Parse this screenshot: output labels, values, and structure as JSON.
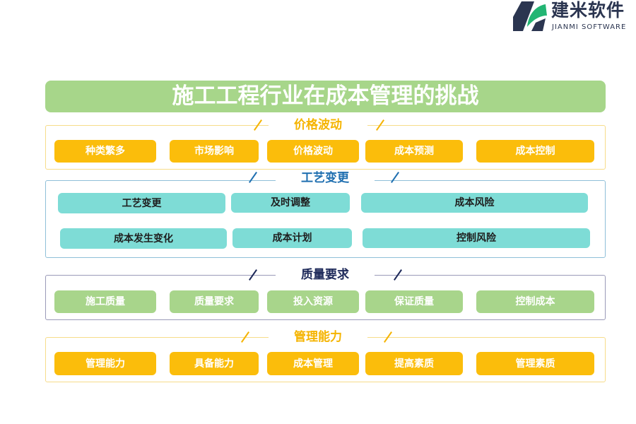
{
  "logo": {
    "cn": "建米软件",
    "en": "JIANMI SOFTWARE"
  },
  "title": "施工工程行业在成本管理的挑战",
  "colors": {
    "yellow": "#fbbd0b",
    "teal": "#7edcd6",
    "green": "#a8d58b",
    "blue_title": "#1f6fb0",
    "navy_title": "#1e2a5a"
  },
  "sections": [
    {
      "title": "价格波动",
      "items": [
        "种类繁多",
        "市场影响",
        "价格波动",
        "成本预测",
        "成本控制"
      ]
    },
    {
      "title": "工艺变更",
      "items": [
        "工艺变更",
        "及时调整",
        "成本风险",
        "成本发生变化",
        "成本计划",
        "控制风险"
      ]
    },
    {
      "title": "质量要求",
      "items": [
        "施工质量",
        "质量要求",
        "投入资源",
        "保证质量",
        "控制成本"
      ]
    },
    {
      "title": "管理能力",
      "items": [
        "管理能力",
        "具备能力",
        "成本管理",
        "提高素质",
        "管理素质"
      ]
    }
  ]
}
